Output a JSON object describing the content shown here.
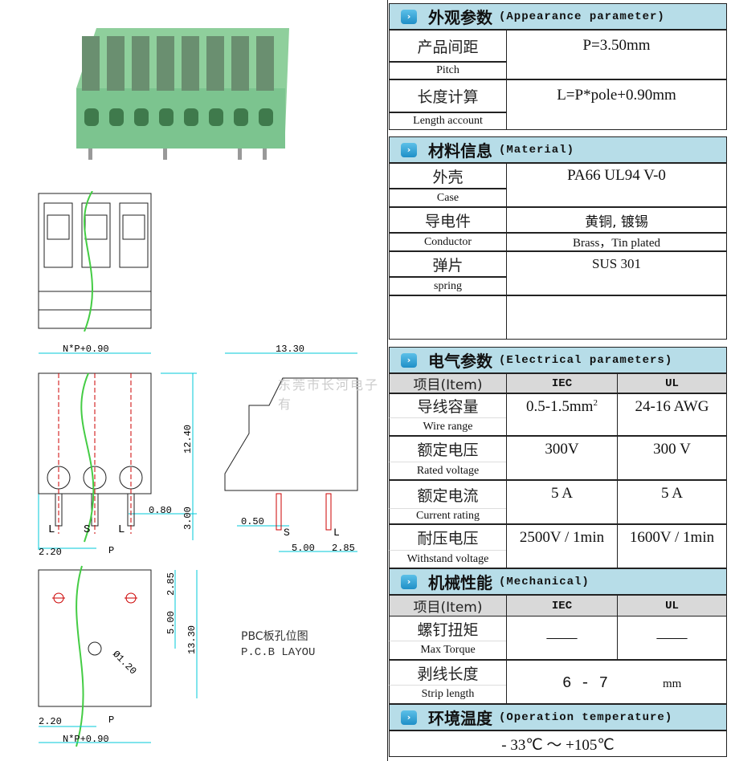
{
  "watermark": "东莞市长河电子有",
  "drawings": {
    "dim_length": "N*P+0.90",
    "dim_height": "12.40",
    "dim_pin": "3.00",
    "dim_080": "0.80",
    "dim_220": "2.20",
    "dim_p": "P",
    "pin_labels": [
      "L",
      "S",
      "L"
    ],
    "dim_depth": "13.30",
    "dim_050": "0.50",
    "dim_500": "5.00",
    "dim_285": "2.85",
    "side_pins": [
      "S",
      "L"
    ],
    "pcb_285": "2.85",
    "pcb_500": "5.00",
    "pcb_1330": "13.30",
    "pcb_hole": "Ø1.20",
    "pcb_220": "2.20",
    "pcb_p": "P",
    "pcb_length": "N*P+0.90",
    "pcb_title_cn": "PBC板孔位图",
    "pcb_title_en": "P.C.B LAYOU"
  },
  "sections": {
    "appearance": {
      "cn": "外观参数",
      "en": "(Appearance parameter)",
      "pitch": {
        "cn": "产品间距",
        "en": "Pitch",
        "value": "P=3.50mm"
      },
      "length": {
        "cn": "长度计算",
        "en": "Length account",
        "value": "L=P*pole+0.90mm"
      }
    },
    "material": {
      "cn": "材料信息",
      "en": "(Material)",
      "case": {
        "cn": "外壳",
        "en": "Case",
        "value": "PA66 UL94 V-0"
      },
      "conductor": {
        "cn": "导电件",
        "en": "Conductor",
        "value_cn": "黄铜, 镀锡",
        "value_en": "Brass，Tin plated"
      },
      "spring": {
        "cn": "弹片",
        "en": "spring",
        "value": "SUS 301"
      }
    },
    "electrical": {
      "cn": "电气参数",
      "en": "(Electrical parameters)",
      "item": "项目(Item)",
      "iec": "IEC",
      "ul": "UL",
      "rows": [
        {
          "cn": "导线容量",
          "en": "Wire range",
          "iec": "0.5-1.5mm",
          "iec_sup": "2",
          "ul": "24-16  AWG"
        },
        {
          "cn": "额定电压",
          "en": "Rated voltage",
          "iec": "300V",
          "ul": "300 V"
        },
        {
          "cn": "额定电流",
          "en": "Current rating",
          "iec": "5  A",
          "ul": "5  A"
        },
        {
          "cn": "耐压电压",
          "en": "Withstand voltage",
          "iec": "2500V / 1min",
          "ul": "1600V / 1min"
        }
      ]
    },
    "mechanical": {
      "cn": "机械性能",
      "en": "(Mechanical)",
      "item": "项目(Item)",
      "iec": "IEC",
      "ul": "UL",
      "torque": {
        "cn": "螺钉扭矩",
        "en": "Max Torque",
        "iec": "——",
        "ul": "——"
      },
      "strip": {
        "cn": "剥线长度",
        "en": "Strip length",
        "value": "6 - 7",
        "unit": "mm"
      }
    },
    "temperature": {
      "cn": "环境温度",
      "en": "(Operation temperature)",
      "value": "- 33℃ ～ +105℃"
    }
  },
  "colors": {
    "header": "#b7dde8",
    "green": "#7cc48f",
    "dim": "#00c8d8"
  }
}
